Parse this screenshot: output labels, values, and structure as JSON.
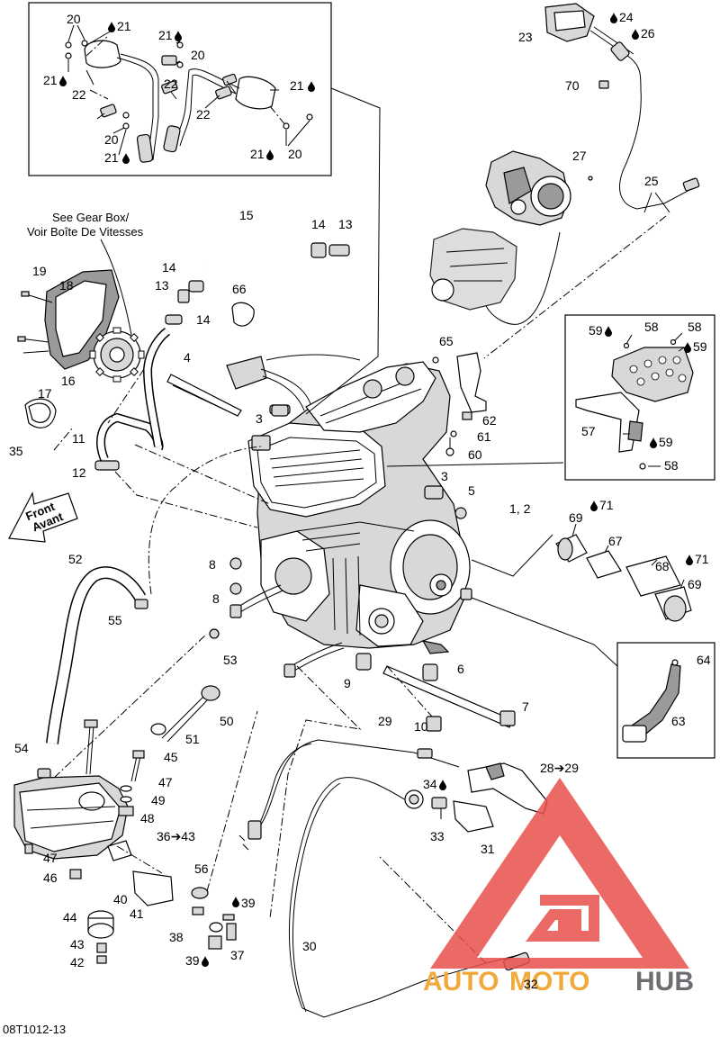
{
  "diagram": {
    "note_gearbox_en": "See Gear Box/",
    "note_gearbox_fr": "Voir Boîte De Vitesses",
    "front_en": "Front",
    "front_fr": "Avant",
    "ref_code": "08T1012-13"
  },
  "watermark": {
    "auto": "AUTO",
    "moto": "MOTO",
    "hub": "HUB",
    "colors": {
      "red": "#e8504a",
      "orange": "#f2a93b",
      "gray": "#6d6e71"
    }
  },
  "callouts": {
    "c20a": "20",
    "c21a": "21",
    "c21b": "21",
    "c20b": "20",
    "c21c": "21",
    "c22a": "22",
    "c22b": "22",
    "c22c": "22",
    "c20c": "20",
    "c21d": "21",
    "c21e": "21",
    "c20d": "20",
    "c21f": "21",
    "c23": "23",
    "c24": "24",
    "c26": "26",
    "c70": "70",
    "c27": "27",
    "c25": "25",
    "c15": "15",
    "c14a": "14",
    "c13a": "13",
    "c14b": "14",
    "c13b": "13",
    "c14c": "14",
    "c66": "66",
    "c19": "19",
    "c18": "18",
    "c4": "4",
    "c17": "17",
    "c16": "16",
    "c35": "35",
    "c11": "11",
    "c12": "12",
    "c3a": "3",
    "c65": "65",
    "c62": "62",
    "c61": "61",
    "c60": "60",
    "c59a": "59",
    "c58a": "58",
    "c58b": "58",
    "c59b": "59",
    "c57": "57",
    "c59c": "59",
    "c58c": "58",
    "c3b": "3",
    "c5": "5",
    "c1_2": "1, 2",
    "c69a": "69",
    "c71a": "71",
    "c67": "67",
    "c68": "68",
    "c71b": "71",
    "c69b": "69",
    "c8a": "8",
    "c8b": "8",
    "c52": "52",
    "c55": "55",
    "c53": "53",
    "c9": "9",
    "c6": "6",
    "c7": "7",
    "c10": "10",
    "c64": "64",
    "c63": "63",
    "c50": "50",
    "c51": "51",
    "c54": "54",
    "c45": "45",
    "c47a": "47",
    "c49": "49",
    "c48": "48",
    "c29a": "29",
    "c28_29": "28➔29",
    "c34": "34",
    "c33": "33",
    "c31": "31",
    "c36_43": "36➔43",
    "c47b": "47",
    "c46": "46",
    "c56": "56",
    "c40": "40",
    "c41": "41",
    "c44": "44",
    "c43": "43",
    "c42": "42",
    "c39a": "39",
    "c38": "38",
    "c37": "37",
    "c39b": "39",
    "c30": "30",
    "c32": "32"
  }
}
